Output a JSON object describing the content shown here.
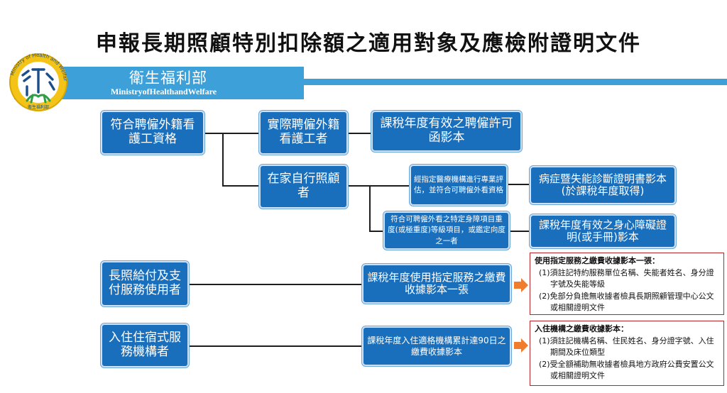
{
  "title": "申報長期照顧特別扣除額之適用對象及應檢附證明文件",
  "header": {
    "ministry_zh": "衛生福利部",
    "ministry_en": "MinistryofHealthandWelfare",
    "logo_text": "Ministry of Health and Welfare",
    "logo_bottom": "衛生福利部"
  },
  "colors": {
    "box": "#1a6fbd",
    "band": "#3da0d8",
    "note_border": "#b5272b",
    "arrow": "#ef7d2d"
  },
  "boxes": {
    "foreign_caregiver": "符合聘僱外籍看護工資格",
    "actual_employer": "實際聘僱外籍看護工者",
    "permit_copy": "課稅年度有效之聘僱許可函影本",
    "home_care": "在家自行照顧者",
    "medical_eval": "經指定醫療機構進行專業評估，並符合可聘僱外看資格",
    "diagnosis_cert": "病症暨失能診斷證明書影本(於課稅年度取得)",
    "disability_level": "符合可聘僱外看之特定身障項目重度(或極重度)等級項目，或鑑定向度之一者",
    "disability_cert": "課稅年度有效之身心障礙證明(或手冊)影本",
    "ltc_services": "長照給付及支付服務使用者",
    "ltc_receipt": "課稅年度使用指定服務之繳費收據影本一張",
    "residential": "入住住宿式服務機構者",
    "residential_receipt": "課稅年度入住適格機構累計達90日之繳費收據影本"
  },
  "notes": {
    "ltc": {
      "title": "使用指定服務之繳費收據影本一張：",
      "items": [
        "(1)須註記特約服務單位名稱、失能者姓名、身分證字號及失能等級",
        "(2)免部分負擔無收據者檢具長期照顧管理中心公文或相關證明文件"
      ]
    },
    "residential": {
      "title": "入住機構之繳費收據影本：",
      "items": [
        "(1)須註記機構名稱、住民姓名、身分證字號、入住期間及床位類型",
        "(2)受全額補助無收據者檢具地方政府公費安置公文或相關證明文件"
      ]
    }
  }
}
